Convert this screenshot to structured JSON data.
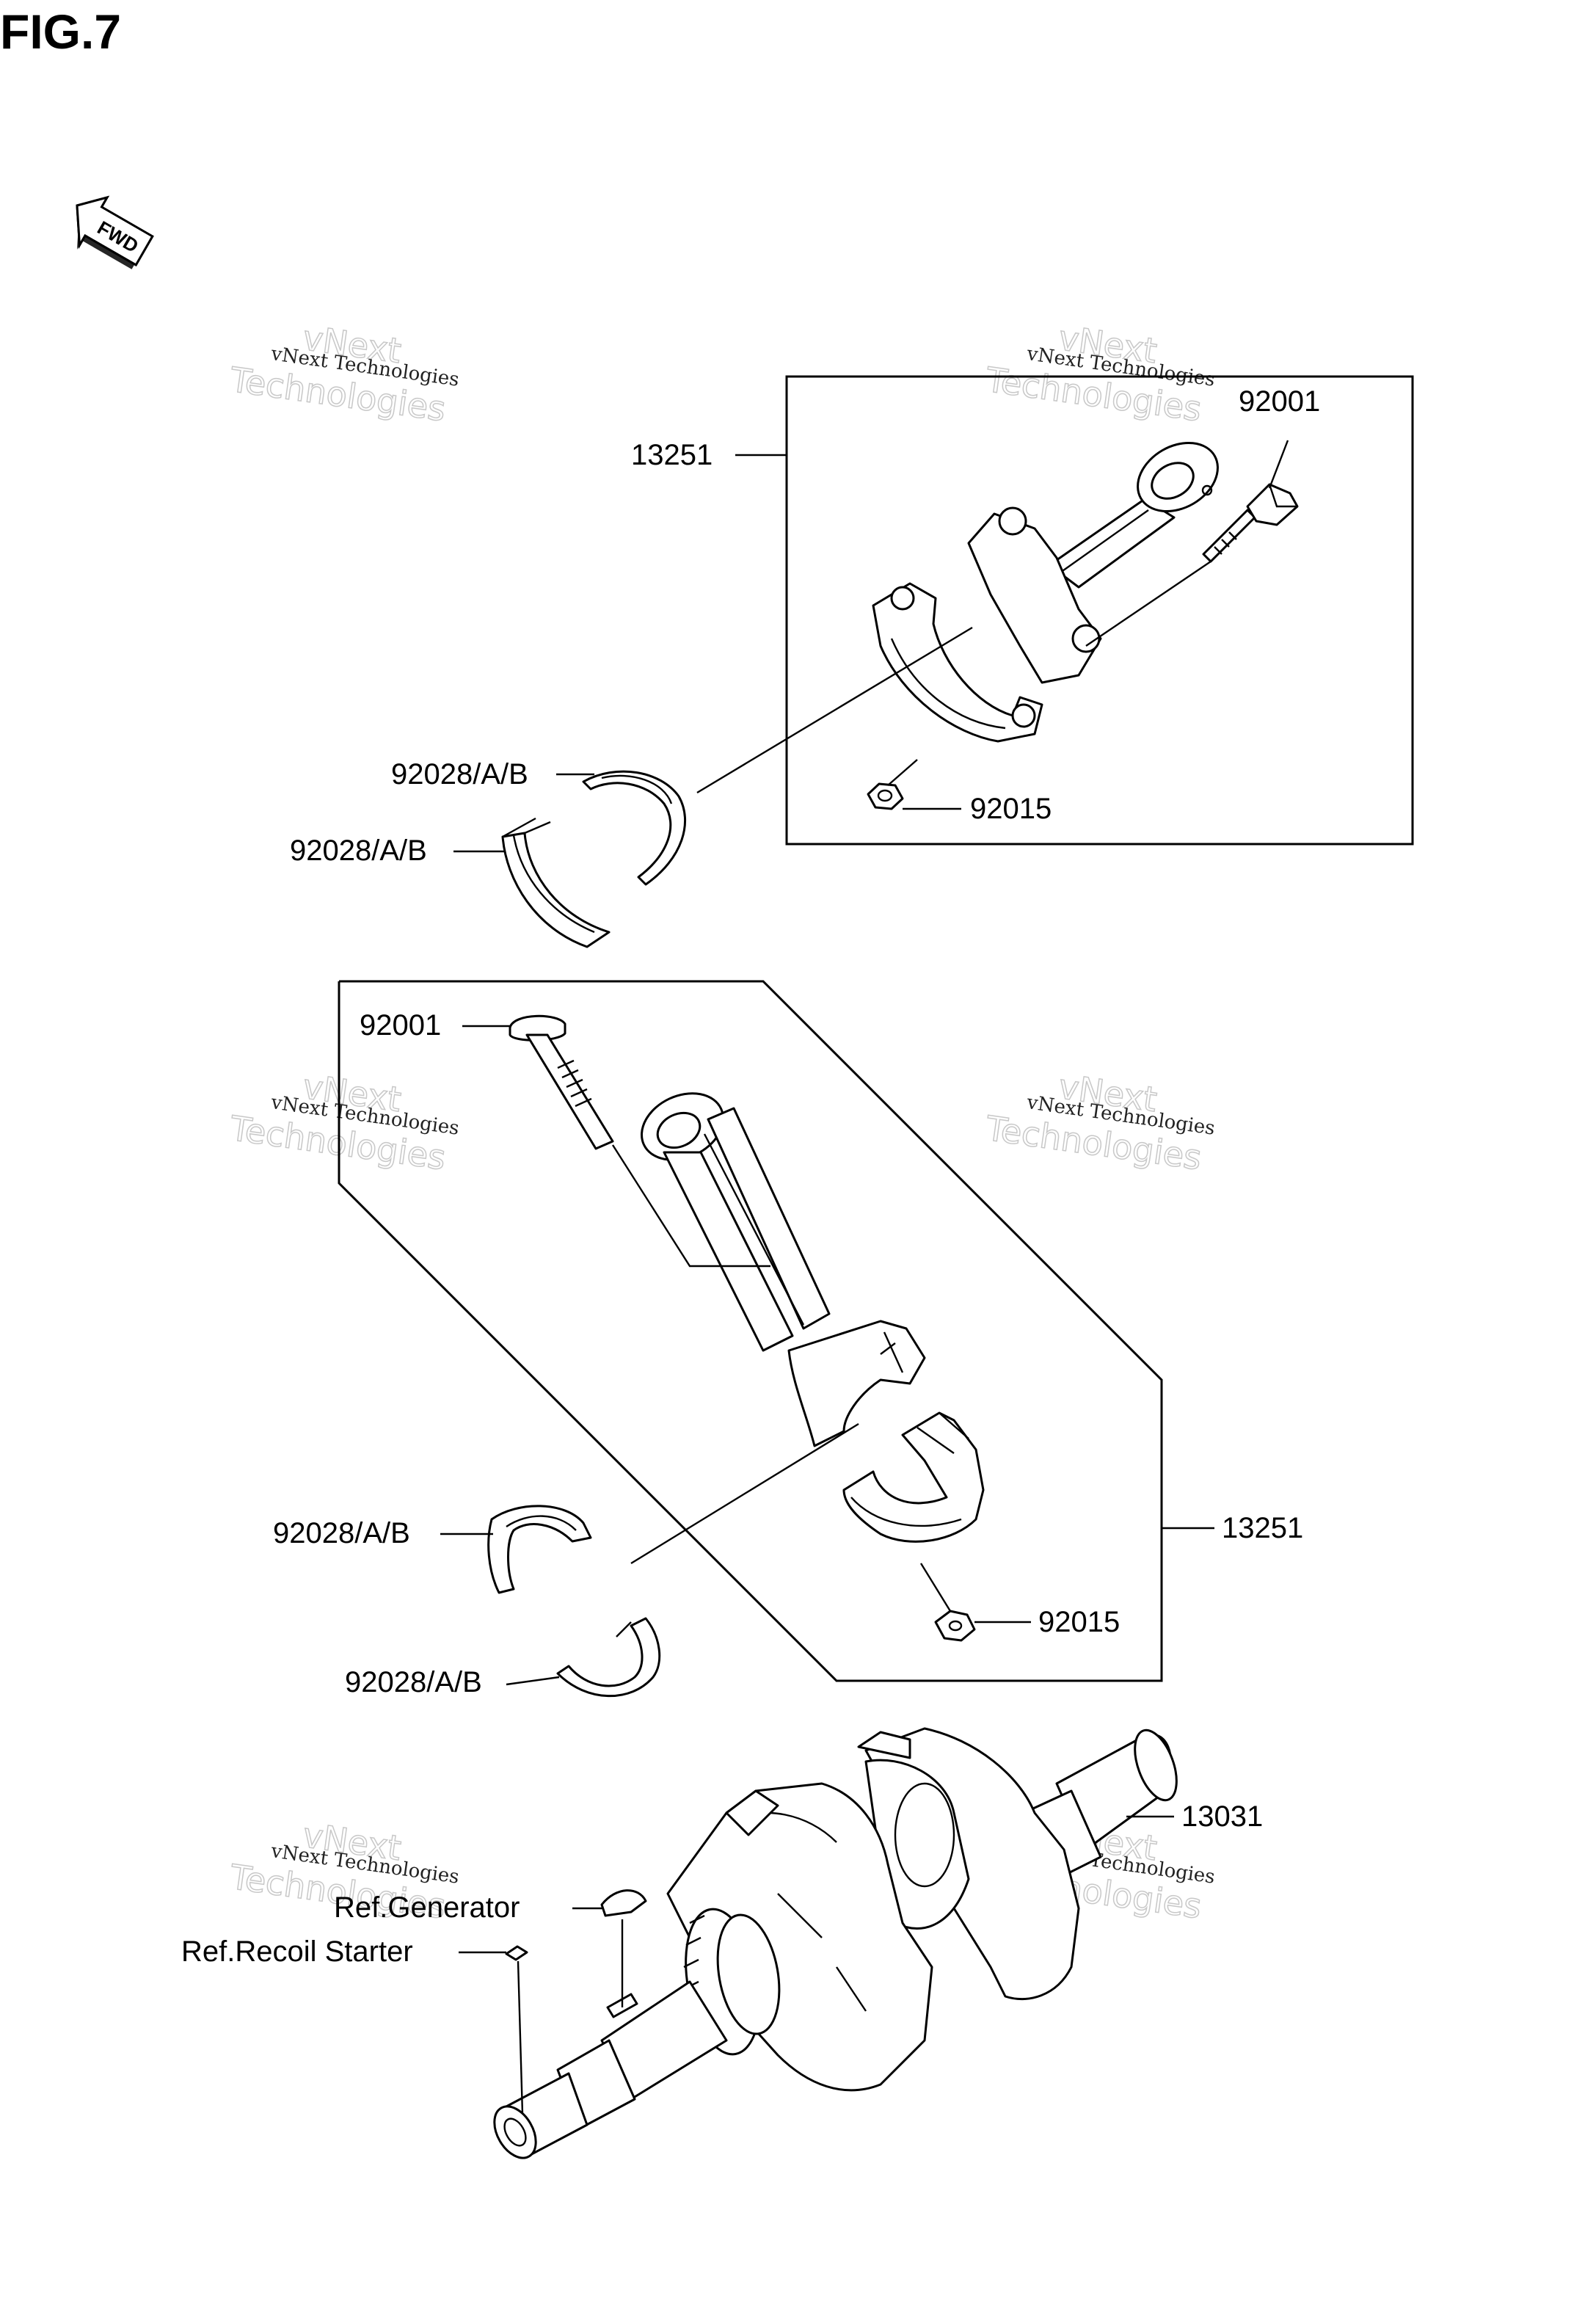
{
  "figure": {
    "title": "FIG.7",
    "fwd_label": "FWD"
  },
  "watermark": {
    "line1": "vNext Technologies",
    "line2": "vNext",
    "line3": "Technologies"
  },
  "callouts": {
    "rod_top_assembly": "13251",
    "bolt_top": "92001",
    "bearing_top_1": "92028/A/B",
    "bearing_top_2": "92028/A/B",
    "nut_top": "92015",
    "bolt_mid": "92001",
    "rod_mid_assembly": "13251",
    "bearing_low_1": "92028/A/B",
    "bearing_low_2": "92028/A/B",
    "nut_mid": "92015",
    "crankshaft": "13031",
    "ref_generator": "Ref.Generator",
    "ref_recoil_starter": "Ref.Recoil Starter"
  }
}
